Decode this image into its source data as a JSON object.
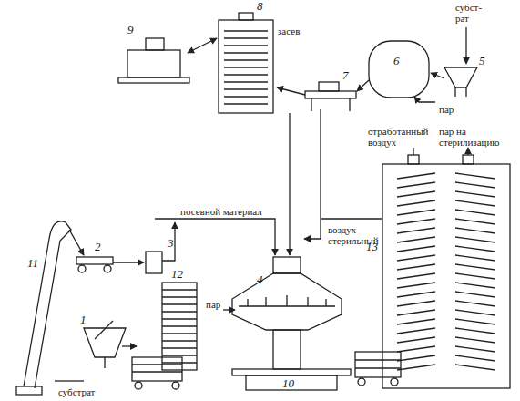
{
  "diagram": {
    "labels": [
      "8",
      "субст- рат",
      "засев",
      "9",
      "7",
      "6",
      "5",
      "пар",
      "посевной материал",
      "3",
      "2",
      "отработанный воздух",
      "пар на стерилизацию",
      "воздух стерильный",
      "4",
      "пар",
      "11",
      "13",
      "12",
      "1",
      "10",
      "субстрат"
    ]
  }
}
